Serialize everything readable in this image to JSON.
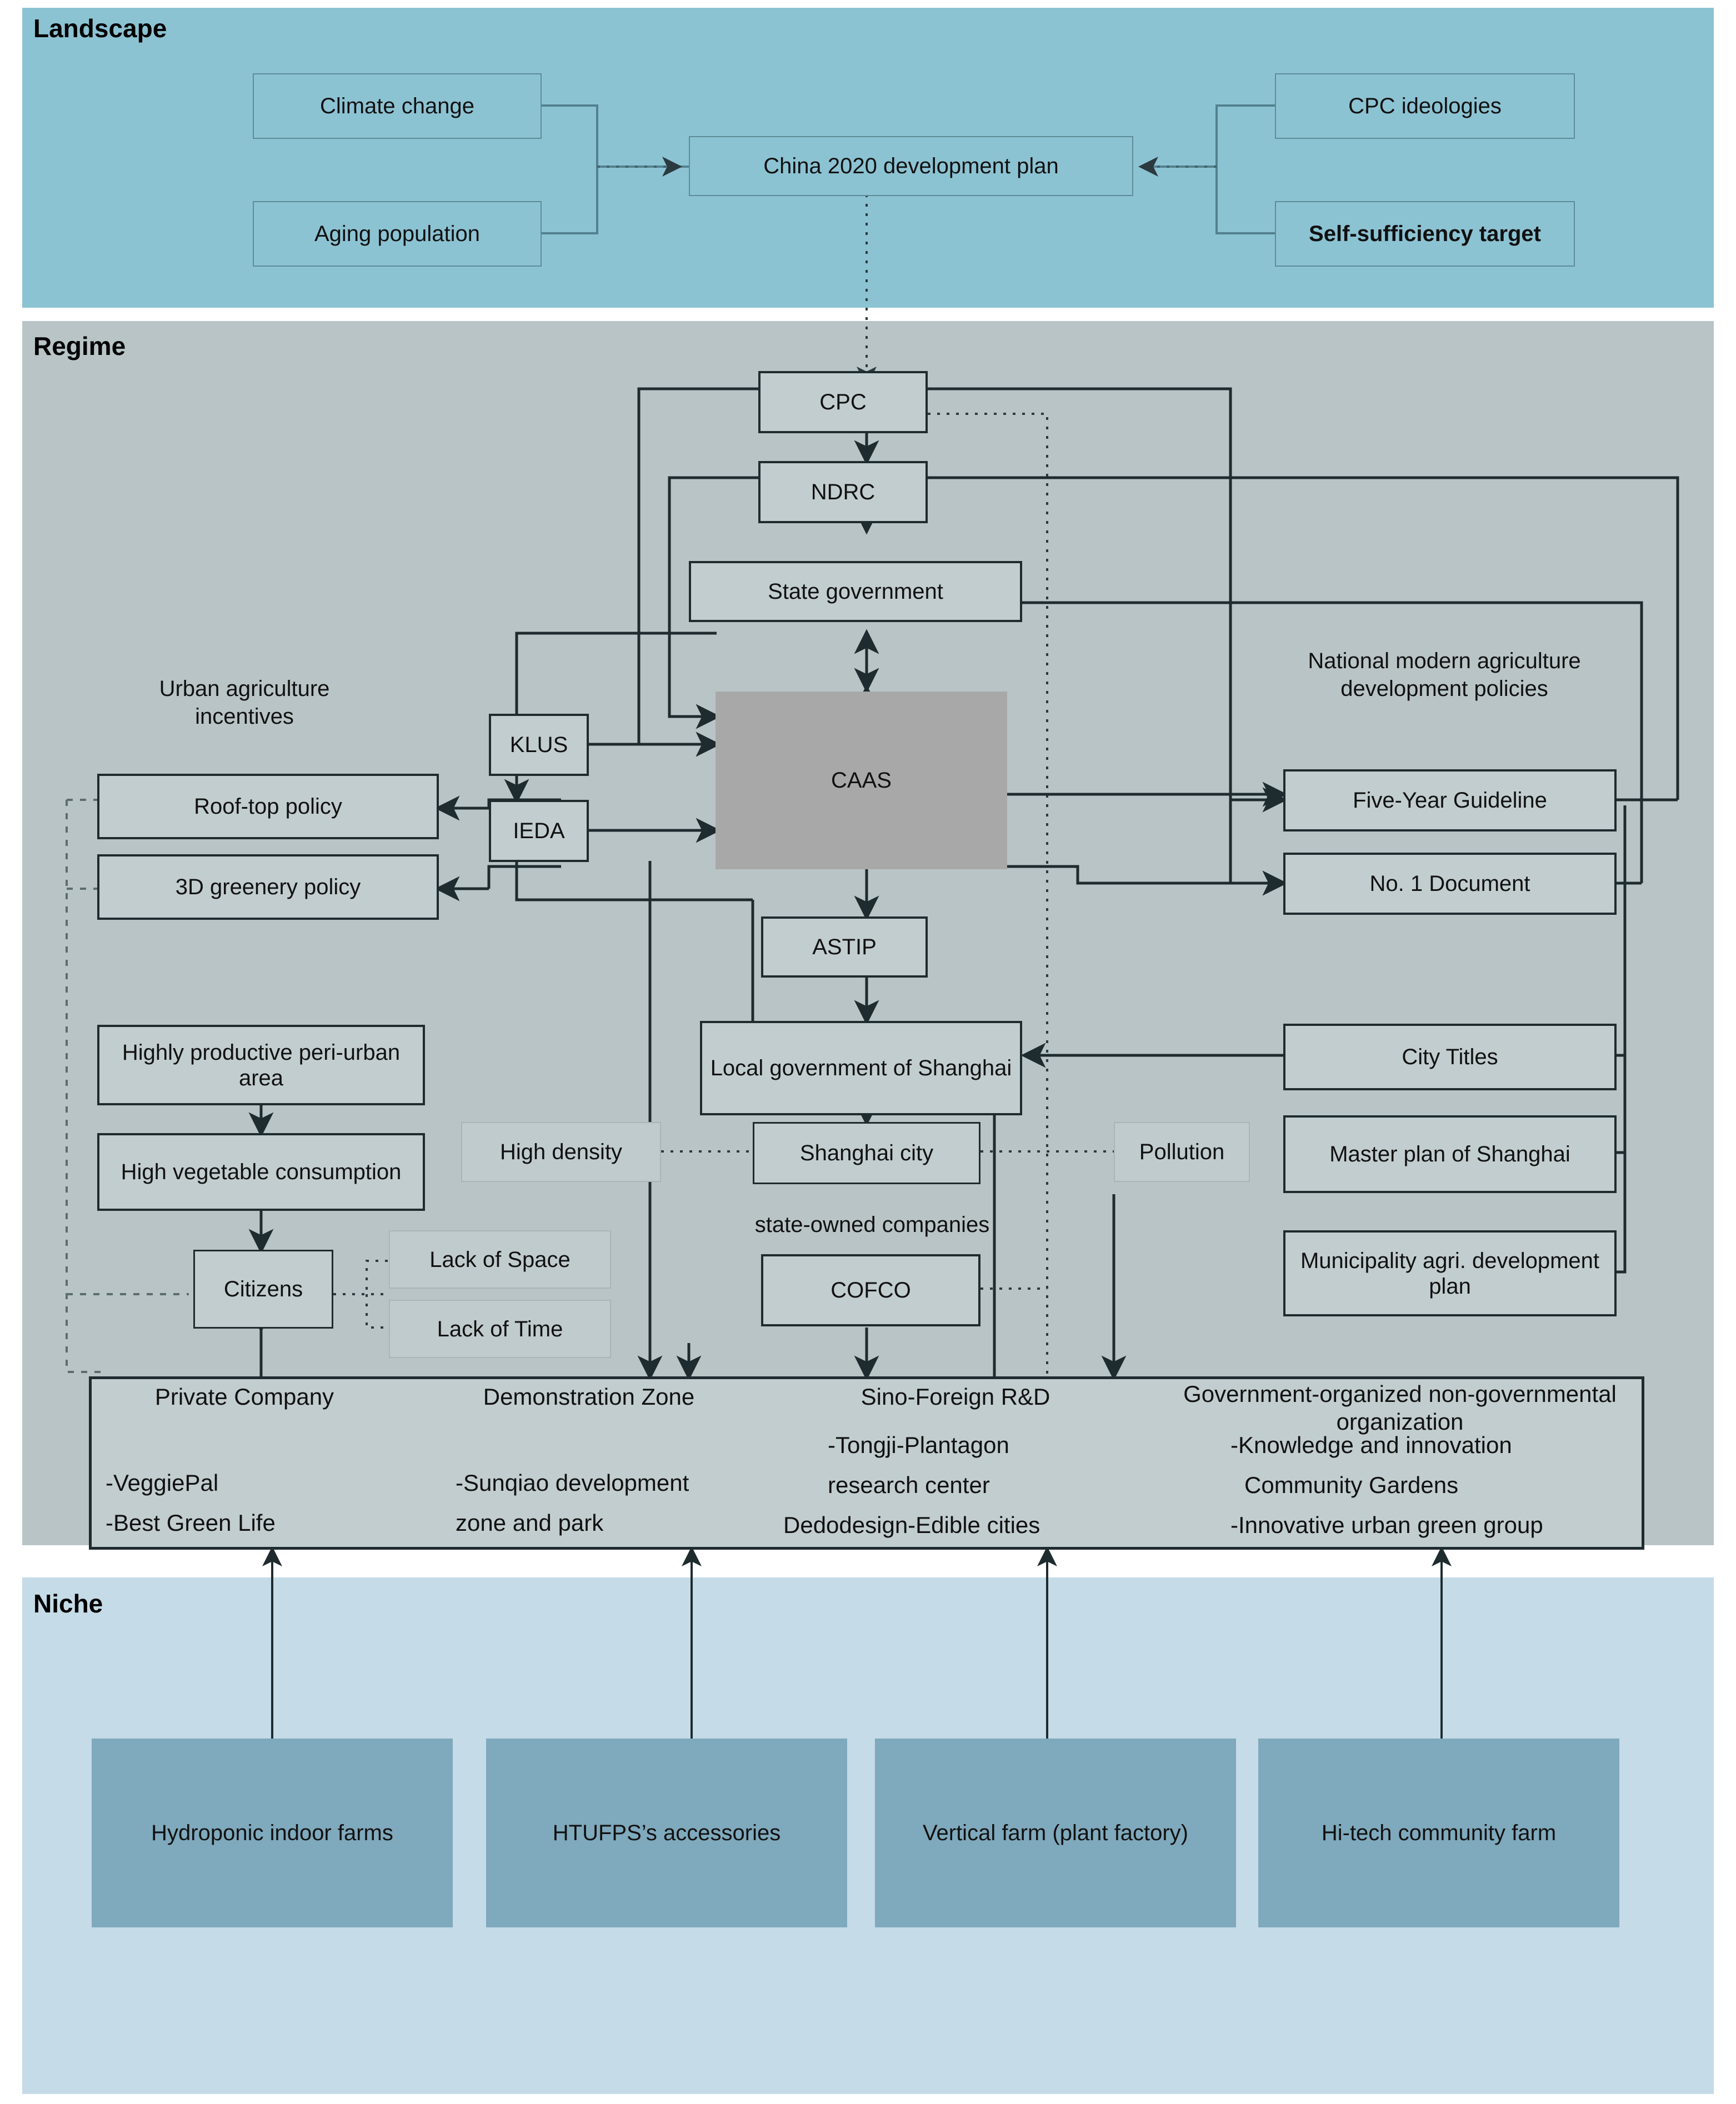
{
  "layers": {
    "landscape": {
      "title": "Landscape"
    },
    "regime": {
      "title": "Regime"
    },
    "niche": {
      "title": "Niche"
    }
  },
  "landscape": {
    "nodes": [
      {
        "id": "climate-change",
        "label": "Climate change"
      },
      {
        "id": "aging-population",
        "label": "Aging population"
      },
      {
        "id": "china-2020-plan",
        "label": "China 2020 development plan"
      },
      {
        "id": "cpc-ideologies",
        "label": "CPC ideologies"
      },
      {
        "id": "self-sufficiency-target",
        "label": "Self-sufficiency target"
      }
    ]
  },
  "regime": {
    "nodes": [
      {
        "id": "cpc",
        "label": "CPC"
      },
      {
        "id": "ndrc",
        "label": "NDRC"
      },
      {
        "id": "state-government",
        "label": "State government"
      },
      {
        "id": "caas",
        "label": "CAAS"
      },
      {
        "id": "klus",
        "label": "KLUS"
      },
      {
        "id": "ieda",
        "label": "IEDA"
      },
      {
        "id": "astip",
        "label": "ASTIP"
      },
      {
        "id": "local-government-shanghai",
        "label": "Local government of Shanghai"
      },
      {
        "id": "shanghai-city",
        "label": "Shanghai city"
      },
      {
        "id": "cofco",
        "label": "COFCO"
      },
      {
        "id": "rooftop-policy",
        "label": "Roof-top  policy"
      },
      {
        "id": "greenery-policy",
        "label": "3D greenery policy"
      },
      {
        "id": "peri-urban",
        "label": "Highly productive peri-urban area"
      },
      {
        "id": "vegetable-consumption",
        "label": "High vegetable consumption"
      },
      {
        "id": "citizens",
        "label": "Citizens"
      },
      {
        "id": "lack-of-space",
        "label": "Lack of Space"
      },
      {
        "id": "lack-of-time",
        "label": "Lack of Time"
      },
      {
        "id": "high-density",
        "label": "High density"
      },
      {
        "id": "pollution",
        "label": "Pollution"
      },
      {
        "id": "five-year-guideline",
        "label": "Five-Year Guideline"
      },
      {
        "id": "no1-document",
        "label": "No. 1 Document"
      },
      {
        "id": "city-titles",
        "label": "City Titles"
      },
      {
        "id": "master-plan-shanghai",
        "label": "Master plan of Shanghai"
      },
      {
        "id": "municipality-plan",
        "label": "Municipality agri. development plan"
      }
    ],
    "group_labels": {
      "urban_agriculture_incentives": "Urban agriculture incentives",
      "national_policies": "National modern agriculture development policies",
      "state_owned_companies": "state-owned companies"
    },
    "actors_panel": {
      "columns": [
        {
          "id": "private-company",
          "heading": "Private Company",
          "items": [
            "-VeggiePal",
            "-Best Green Life"
          ]
        },
        {
          "id": "demonstration-zone",
          "heading": "Demonstration Zone",
          "items": [
            "-Sunqiao development",
            "zone and park"
          ]
        },
        {
          "id": "sino-foreign-rd",
          "heading": "Sino-Foreign R&D",
          "items": [
            "-Tongji-Plantagon",
            "research center",
            "Dedodesign-Edible cities"
          ]
        },
        {
          "id": "gongo",
          "heading": "Government-organized non-governmental organization",
          "items": [
            "-Knowledge and innovation",
            "Community Gardens",
            "-Innovative urban green group"
          ]
        }
      ]
    }
  },
  "niche": {
    "nodes": [
      {
        "id": "hydroponic-indoor-farms",
        "label": "Hydroponic indoor farms"
      },
      {
        "id": "htufps-accessories",
        "label": "HTUFPS’s accessories"
      },
      {
        "id": "vertical-farm",
        "label": "Vertical farm (plant factory)"
      },
      {
        "id": "hi-tech-community-farm",
        "label": "Hi-tech community farm"
      }
    ]
  },
  "colors": {
    "landscape_band": "#8cc3d3",
    "regime_band": "#b9c4c6",
    "niche_band": "#c5dbe7",
    "niche_node": "#7fa9bc",
    "caas_node": "#a8a8a8",
    "node_border": "#1e2b2f"
  }
}
